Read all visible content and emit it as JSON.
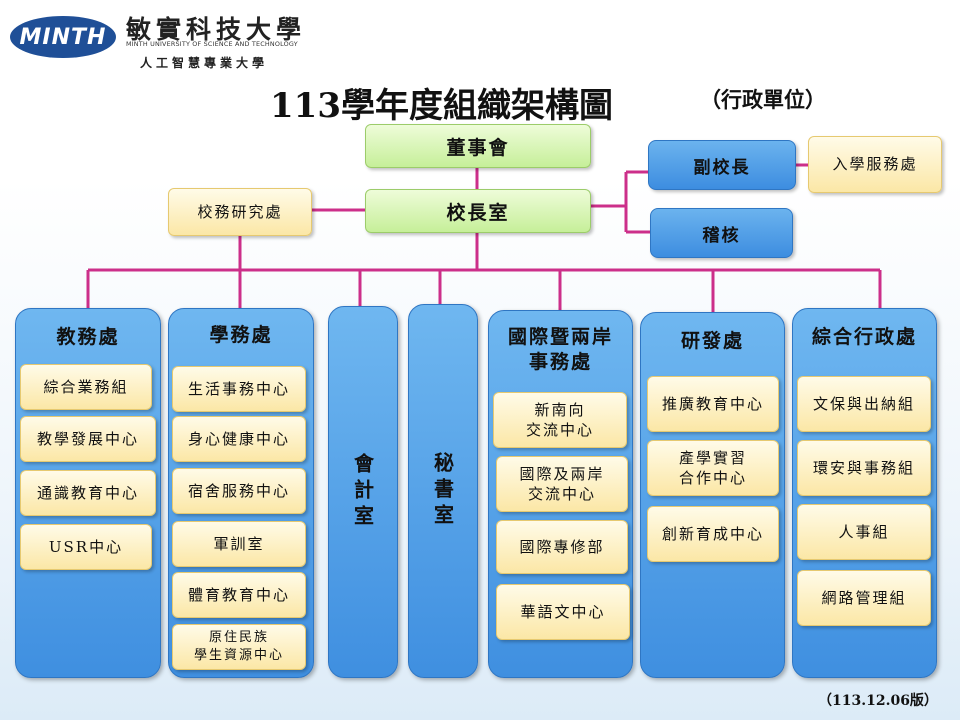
{
  "header": {
    "logo_text": "MINTH",
    "university_name": "敏實科技大學",
    "university_english": "MINTH UNIVERSITY OF SCIENCE AND TECHNOLOGY",
    "motto": "人工智慧專業大學",
    "title": "113學年度組織架構圖",
    "subtitle": "（行政單位）"
  },
  "top": {
    "board": "董事會",
    "president": "校長室",
    "research_office": "校務研究處",
    "vice_president": "副校長",
    "admissions": "入學服務處",
    "audit": "稽核"
  },
  "departments": [
    {
      "title": "教務處",
      "units": [
        "綜合業務組",
        "教學發展中心",
        "通識教育中心",
        "USR中心"
      ]
    },
    {
      "title": "學務處",
      "units": [
        "生活事務中心",
        "身心健康中心",
        "宿舍服務中心",
        "軍訓室",
        "體育教育中心",
        "原住民族\n學生資源中心"
      ]
    },
    {
      "title": "會計室",
      "units": []
    },
    {
      "title": "秘書室",
      "units": []
    },
    {
      "title": "國際暨兩岸\n事務處",
      "units": [
        "新南向\n交流中心",
        "國際及兩岸\n交流中心",
        "國際專修部",
        "華語文中心"
      ]
    },
    {
      "title": "研發處",
      "units": [
        "推廣教育中心",
        "產學實習\n合作中心",
        "創新育成中心"
      ]
    },
    {
      "title": "綜合行政處",
      "units": [
        "文保與出納組",
        "環安與事務組",
        "人事組",
        "網路管理組"
      ]
    }
  ],
  "footer": {
    "version": "（113.12.06版）"
  },
  "colors": {
    "connector": "#cc2f8a",
    "green": "#c6ef99",
    "yellow": "#fbe7a6",
    "blue": "#3f8fe0"
  }
}
